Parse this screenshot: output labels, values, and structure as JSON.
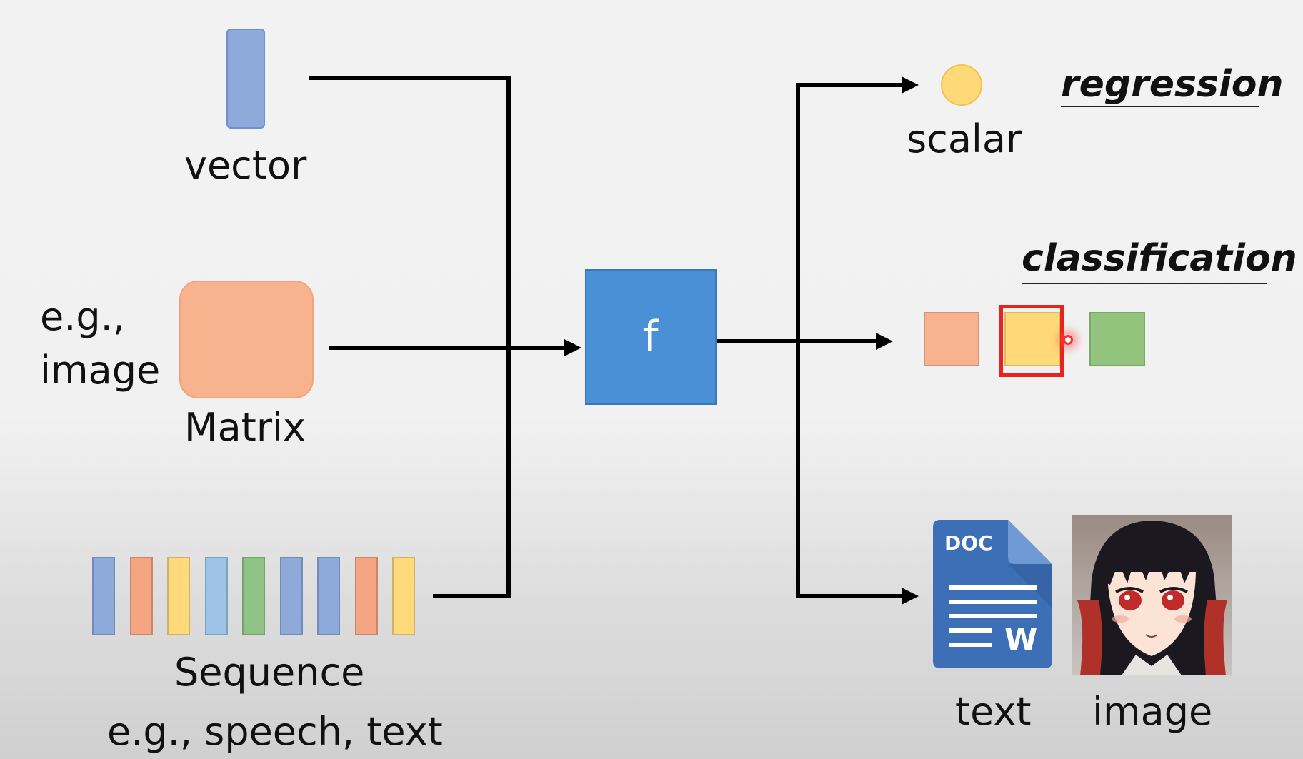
{
  "inputs": {
    "vector_label": "vector",
    "matrix_label": "Matrix",
    "matrix_example": "e.g.,\nimage",
    "matrix_example_line1": "e.g.,",
    "matrix_example_line2": "image",
    "sequence_label": "Sequence",
    "sequence_example": "e.g., speech, text",
    "sequence_colors": [
      "#8eaadb",
      "#f4a582",
      "#ffd97a",
      "#9dc3e6",
      "#8fc486",
      "#8eaadb",
      "#8eaadb",
      "#f4a582",
      "#ffd97a"
    ]
  },
  "function_box": {
    "label": "f",
    "color": "#4a90d6"
  },
  "outputs": {
    "regression_title": "regression",
    "scalar_label": "scalar",
    "classification_title": "classification",
    "class_colors": [
      "#f7b28e",
      "#ffd878",
      "#93c47d"
    ],
    "highlight_color": "#e8231e",
    "doc_icon_text": "DOC",
    "doc_icon_letter": "W",
    "text_label": "text",
    "image_label": "image"
  },
  "colors": {
    "vector": "#8eaadb",
    "matrix": "#f7b28e",
    "scalar": "#ffd878",
    "doc_icon": "#3d6fb6"
  },
  "icons": [
    "doc-icon",
    "anime-portrait-image"
  ]
}
